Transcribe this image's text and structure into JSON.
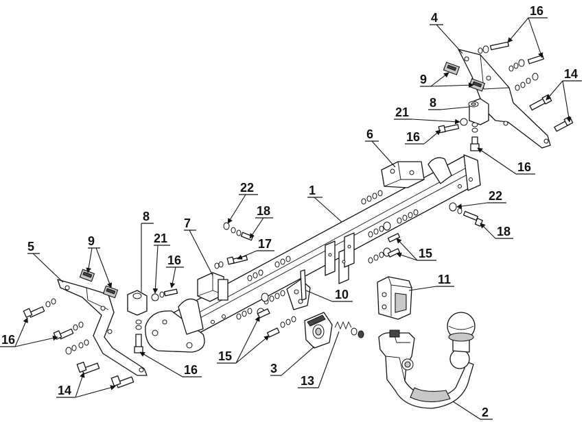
{
  "callouts": {
    "c1": "1",
    "c2": "2",
    "c3": "3",
    "c4": "4",
    "c5": "5",
    "c6": "6",
    "c7": "7",
    "c8_left": "8",
    "c8_right": "8",
    "c9_left": "9",
    "c9_right": "9",
    "c10": "10",
    "c11": "11",
    "c13": "13",
    "c14_left": "14",
    "c14_right": "14",
    "c15_center": "15",
    "c15_right": "15",
    "c16_top": "16",
    "c16_mid_right": "16",
    "c16_lower_right": "16",
    "c16_left_bracket": "16",
    "c16_left_edge": "16",
    "c16_bottom_left": "16",
    "c17": "17",
    "c18_top": "18",
    "c18_right": "18",
    "c21_left": "21",
    "c21_right": "21",
    "c22_left": "22",
    "c22_right": "22"
  },
  "colors": {
    "line": "#111111",
    "background": "#ffffff",
    "shade": "#c8c8c8"
  }
}
